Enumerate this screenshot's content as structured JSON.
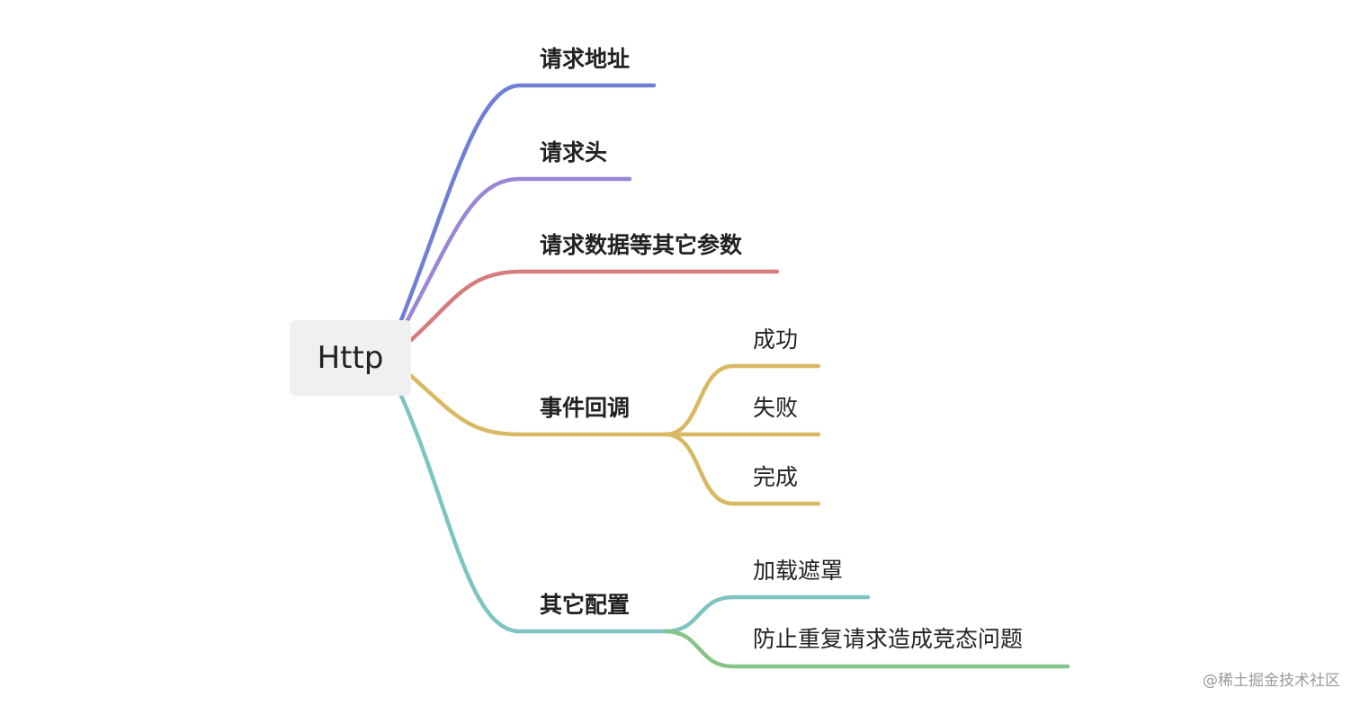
{
  "root": {
    "label": "Http"
  },
  "branches": [
    {
      "label": "请求地址",
      "color": "#6f7fd6"
    },
    {
      "label": "请求头",
      "color": "#9b86d6"
    },
    {
      "label": "请求数据等其它参数",
      "color": "#d57d7d"
    },
    {
      "label": "事件回调",
      "color": "#d8b862",
      "children": [
        {
          "label": "成功",
          "color": "#d8b862"
        },
        {
          "label": "失败",
          "color": "#d8b862"
        },
        {
          "label": "完成",
          "color": "#d8b862"
        }
      ]
    },
    {
      "label": "其它配置",
      "color": "#7ec4c0",
      "children": [
        {
          "label": "加载遮罩",
          "color": "#7ec4c0"
        },
        {
          "label": "防止重复请求造成竞态问题",
          "color": "#86c488"
        }
      ]
    }
  ],
  "watermark": "@稀土掘金技术社区"
}
